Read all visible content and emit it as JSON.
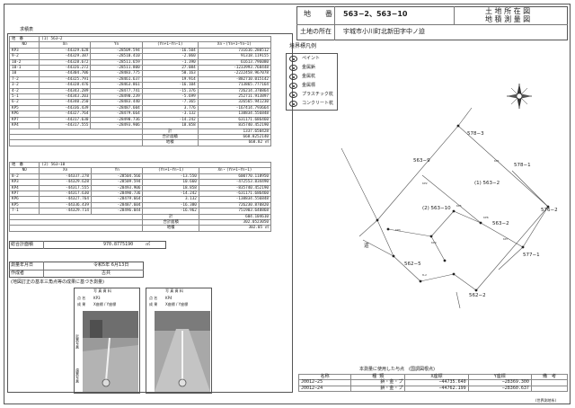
{
  "title_block": {
    "label_chiban": "地　　番",
    "chiban": "563−2、563−10",
    "doc_title_1": "土 地 所 在 図",
    "doc_title_2": "地 積 測 量 図",
    "label_location": "土地の所在",
    "location": "宇城市小川町北新田字中ノ迫"
  },
  "calc_label": "求積表",
  "table1": {
    "header_label": "地　番",
    "header_value": "(1) 563−2",
    "columns": [
      "NO",
      "Xn",
      "Yn",
      "(Yn+1−Yn−1)",
      "Xn・(Yn+1−Yn−1)"
    ],
    "rows": [
      [
        "KP3",
        "-44329.628",
        "-28509.594",
        "-16.504",
        "731616.280512"
      ],
      [
        "9-2",
        "-44329.387",
        "-28510.410",
        "-2.060",
        "91318.119155"
      ],
      [
        "10-2",
        "-44328.672",
        "-28511.659",
        "-1.390",
        "61613.796080"
      ],
      [
        "10-1",
        "-44326.272",
        "-28511.800",
        "27.084",
        "-1233993.768448"
      ],
      [
        "10",
        "-44304.706",
        "-28483.775",
        "50.163",
        "-2222458.967078"
      ],
      [
        "7-2",
        "-44325.791",
        "-28461.637",
        "19.914",
        "-882710.015142"
      ],
      [
        "3-2",
        "-44328.476",
        "-28463.861",
        "-16.104",
        "713865.777164"
      ],
      [
        "4-2",
        "-44343.289",
        "-28477.741",
        "-15.376",
        "726214.370864"
      ],
      [
        "5-1",
        "-44343.203",
        "-28490.239",
        "-5.699",
        "252711.913897"
      ],
      [
        "6-2",
        "-44340.250",
        "-28483.440",
        "-7.365",
        "326565.941230"
      ],
      [
        "KP5",
        "-44336.439",
        "-28487.604",
        "3.776",
        "-167414.793664"
      ],
      [
        "KP6",
        "-44327.764",
        "-28479.664",
        "-3.132",
        "138834.556848"
      ],
      [
        "KP7",
        "-44317.630",
        "-28490.736",
        "-14.242",
        "631171.686460"
      ],
      [
        "KP4",
        "-44317.555",
        "-28493.906",
        "18.858",
        "835740.452190"
      ]
    ],
    "sum_label": "計",
    "sum_value": "1337.650428",
    "total_label": "合計面積",
    "total_value": "668.8252140",
    "area_label": "地積",
    "area_value": "668.82",
    "area_unit": "㎡"
  },
  "table2": {
    "header_label": "地　番",
    "header_value": "(2) 563−10",
    "columns": [
      "NO",
      "Xn",
      "Yn",
      "(Yn+1−Yn−1)",
      "Xn・(Yn+1−Yn−1)"
    ],
    "rows": [
      [
        "8-2",
        "-44337.278",
        "-28504.566",
        "-13.550",
        "600770.118950"
      ],
      [
        "KP3",
        "-44329.628",
        "-28509.594",
        "10.660",
        "-472553.834490"
      ],
      [
        "KP4",
        "-44317.555",
        "-28493.906",
        "18.858",
        "-835740.452190"
      ],
      [
        "KP7",
        "-44317.630",
        "-28490.736",
        "-14.242",
        "-631171.686460"
      ],
      [
        "KP6",
        "-44327.764",
        "-28479.664",
        "3.132",
        "-138834.556848"
      ],
      [
        "KP5",
        "-44336.439",
        "-28487.604",
        "-16.380",
        "726230.870820"
      ],
      [
        "7-1",
        "-44329.714",
        "-28496.044",
        "-16.962",
        "751903.648868"
      ]
    ],
    "sum_label": "計",
    "sum_value": "604.104610",
    "total_label": "合計面積",
    "total_value": "302.0523050",
    "area_label": "地積",
    "area_value": "302.05",
    "area_unit": "㎡"
  },
  "summary": {
    "total_area_label": "総合計面積",
    "total_area_value": "970.8775190",
    "total_area_unit": "㎡"
  },
  "survey_info": {
    "date_label": "測量年月日",
    "date_value": "令和5年 6月13日",
    "surveyor_label": "作成者",
    "surveyor_value": "古共"
  },
  "photo_section": {
    "caption": "(地図訂正の基本三角点等の成果に基づき測量)",
    "photo1_title": "写 真 資 料",
    "photo1_label_a": "点 名",
    "photo1_label_b": "成 果",
    "photo1_value_a": "KP3",
    "photo1_value_b": "X座標 / Y座標",
    "photo2_title": "写 真 資 料",
    "photo2_label_a": "点 名",
    "photo2_label_b": "成 果",
    "photo2_value_a": "KP4",
    "photo2_value_b": "X座標 / Y座標",
    "side_label_1": "近景写真",
    "side_label_2": "遠景写真"
  },
  "legend": {
    "title": "境界標凡例",
    "items": [
      {
        "label": "ペイント"
      },
      {
        "label": "金属鋲"
      },
      {
        "label": "金属杭"
      },
      {
        "label": "金属標"
      },
      {
        "label": "プラスチック杭"
      },
      {
        "label": "コンクリート杭"
      }
    ]
  },
  "map": {
    "north_label": "N",
    "parcel_labels": [
      "578−3",
      "563−9",
      "(1) 563−2",
      "578−1",
      "(2) 563−10",
      "576−2",
      "562−5",
      "577−1",
      "562−2",
      "道",
      "563−2"
    ]
  },
  "footer": {
    "title": "本測量に使用した与点　(国調図根点)",
    "columns": [
      "名称",
      "種 類",
      "X座標",
      "Y座標",
      "備　考"
    ],
    "rows": [
      [
        "J0012−25",
        "鋲・金・プ",
        "−44735.640",
        "−28369.300",
        ""
      ],
      [
        "J0012−24",
        "鋲・金・プ",
        "−44762.199",
        "−28360.637",
        ""
      ]
    ],
    "note": "(世界測地系)"
  }
}
